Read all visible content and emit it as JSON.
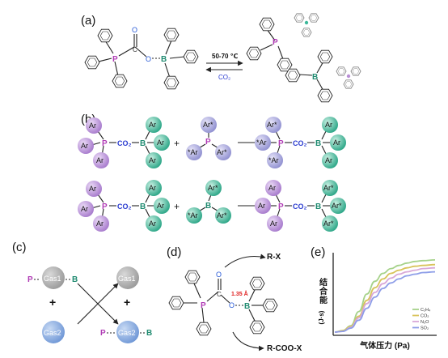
{
  "panels": {
    "a": "(a)",
    "b": "(b)",
    "c": "(c)",
    "d": "(d)",
    "e": "(e)"
  },
  "atoms": {
    "P": "P",
    "B": "B",
    "O": "O",
    "C": "C",
    "Ar": "Ar",
    "ArStar": "Ar*",
    "star_Ar": "*Ar",
    "plus": "+"
  },
  "panel_a": {
    "temp": "50-70 ℃",
    "gas": "CO₂"
  },
  "panel_b": {
    "co2": "CO₂"
  },
  "panel_c": {
    "p": "P",
    "gas1": "Gas1",
    "gas2": "Gas2",
    "b": "B"
  },
  "panel_d": {
    "top": "R-X",
    "bottom": "R-COO-X",
    "dist": "1.35 Å"
  },
  "colors": {
    "purple_sphere": "#b98fd6",
    "teal_sphere": "#3db89a",
    "gray_sphere": "#a9a9a9",
    "blue_sphere": "#7aa0d8"
  },
  "chart_data": {
    "type": "line",
    "title": "",
    "xlabel": "气体压力 (Pa)",
    "ylabel": "结合能 (J·s)",
    "ylabel_parts": [
      "结",
      "合",
      "能"
    ],
    "ylabel_unit": "(J·s)",
    "xlim": [
      0,
      1
    ],
    "ylim": [
      0,
      1
    ],
    "series": [
      {
        "name": "C₂H₄",
        "color": "#a6d28a",
        "x": [
          0,
          0.08,
          0.16,
          0.24,
          0.32,
          0.4,
          0.48,
          0.56,
          0.64,
          0.72,
          0.8,
          0.88,
          1.0
        ],
        "y": [
          0.02,
          0.04,
          0.1,
          0.28,
          0.5,
          0.66,
          0.76,
          0.82,
          0.86,
          0.89,
          0.91,
          0.92,
          0.93
        ]
      },
      {
        "name": "CO₂",
        "color": "#d8c35a",
        "x": [
          0,
          0.08,
          0.16,
          0.24,
          0.32,
          0.4,
          0.48,
          0.56,
          0.64,
          0.72,
          0.8,
          0.88,
          1.0
        ],
        "y": [
          0.02,
          0.04,
          0.09,
          0.22,
          0.42,
          0.58,
          0.69,
          0.76,
          0.8,
          0.83,
          0.85,
          0.86,
          0.87
        ]
      },
      {
        "name": "N₂O",
        "color": "#d8a8d8",
        "x": [
          0,
          0.08,
          0.16,
          0.24,
          0.32,
          0.4,
          0.48,
          0.56,
          0.64,
          0.72,
          0.8,
          0.88,
          1.0
        ],
        "y": [
          0.02,
          0.03,
          0.08,
          0.2,
          0.38,
          0.52,
          0.63,
          0.7,
          0.75,
          0.78,
          0.8,
          0.82,
          0.83
        ]
      },
      {
        "name": "SO₂",
        "color": "#8e9ee8",
        "x": [
          0,
          0.08,
          0.16,
          0.24,
          0.32,
          0.4,
          0.48,
          0.56,
          0.64,
          0.72,
          0.8,
          0.88,
          1.0
        ],
        "y": [
          0.02,
          0.03,
          0.07,
          0.17,
          0.32,
          0.46,
          0.57,
          0.64,
          0.69,
          0.73,
          0.75,
          0.77,
          0.78
        ]
      }
    ],
    "legend_position": "bottom-right",
    "grid": false
  }
}
